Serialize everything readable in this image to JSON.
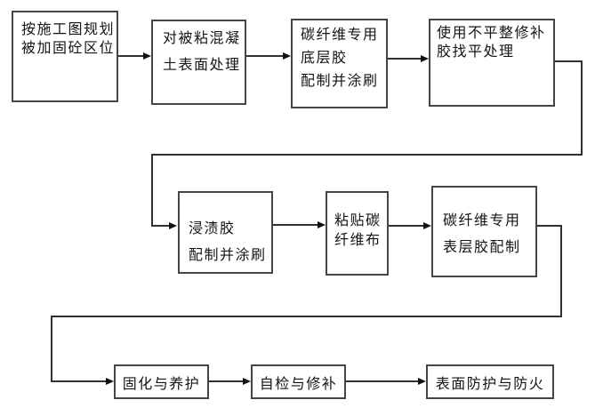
{
  "diagram": {
    "type": "flowchart",
    "background": "#ffffff",
    "colors": {
      "box_border": "#454545",
      "connector": "#303030",
      "arrowhead": "#111111",
      "text": "#141414"
    },
    "boxes": [
      {
        "id": "step-1",
        "lines": [
          "按施工图规划",
          "被加固砼区位"
        ]
      },
      {
        "id": "step-2",
        "lines": [
          "对被粘混凝",
          "土表面处理"
        ]
      },
      {
        "id": "step-3",
        "lines": [
          "碳纤维专用",
          "底层胶",
          "配制并涂刷"
        ]
      },
      {
        "id": "step-4",
        "lines": [
          "使用不平整修补",
          "胶找平处理"
        ]
      },
      {
        "id": "step-5",
        "lines": [
          "浸渍胶",
          "配制并涂刷"
        ]
      },
      {
        "id": "step-6",
        "lines": [
          "粘贴碳",
          "纤维布"
        ]
      },
      {
        "id": "step-7",
        "lines": [
          "碳纤维专用",
          "表层胶配制"
        ]
      },
      {
        "id": "step-8",
        "lines": [
          "固化与养护"
        ]
      },
      {
        "id": "step-9",
        "lines": [
          "自检与修补"
        ]
      },
      {
        "id": "step-10",
        "lines": [
          "表面防护与防火"
        ]
      }
    ],
    "edges": [
      {
        "from": "step-1",
        "to": "step-2"
      },
      {
        "from": "step-2",
        "to": "step-3"
      },
      {
        "from": "step-3",
        "to": "step-4"
      },
      {
        "from": "step-4",
        "to": "step-5"
      },
      {
        "from": "step-5",
        "to": "step-6"
      },
      {
        "from": "step-6",
        "to": "step-7"
      },
      {
        "from": "step-7",
        "to": "step-8"
      },
      {
        "from": "step-8",
        "to": "step-9"
      },
      {
        "from": "step-9",
        "to": "step-10"
      }
    ]
  }
}
